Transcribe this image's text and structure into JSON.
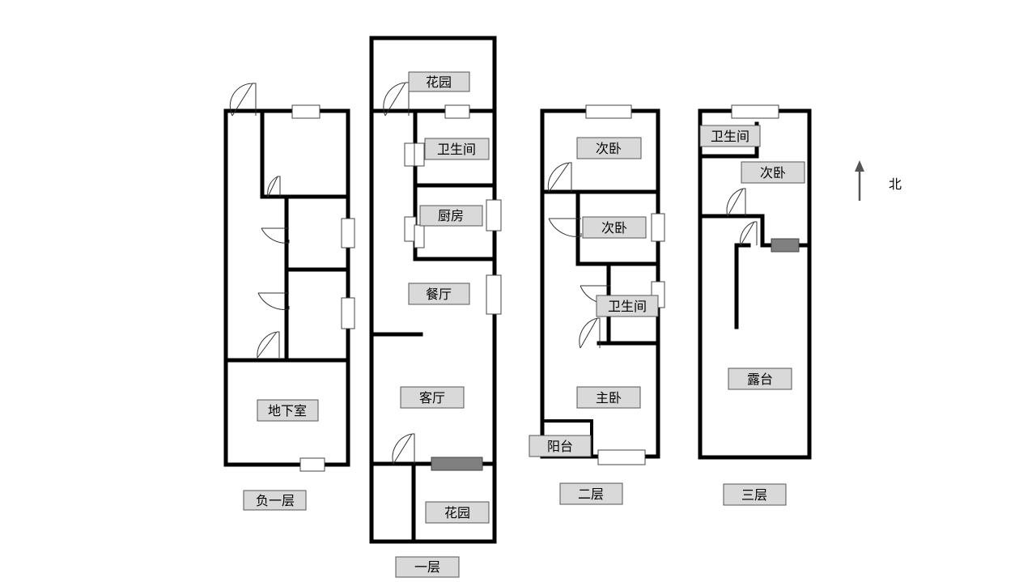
{
  "labels": {
    "b1": {
      "basement": "地下室",
      "floor": "负一层"
    },
    "f1": {
      "garden_top": "花园",
      "bathroom": "卫生间",
      "kitchen": "厨房",
      "dining": "餐厅",
      "living": "客厅",
      "garden_bottom": "花园",
      "floor": "一层"
    },
    "f2": {
      "second_bedroom_1": "次卧",
      "second_bedroom_2": "次卧",
      "bathroom": "卫生间",
      "master_bedroom": "主卧",
      "balcony": "阳台",
      "floor": "二层"
    },
    "f3": {
      "bathroom": "卫生间",
      "second_bedroom": "次卧",
      "terrace": "露台",
      "floor": "三层"
    }
  },
  "compass": {
    "north": "北"
  },
  "colors": {
    "label_bg": "#d9d9d9",
    "wall": "#000000",
    "marker": "#808080"
  }
}
